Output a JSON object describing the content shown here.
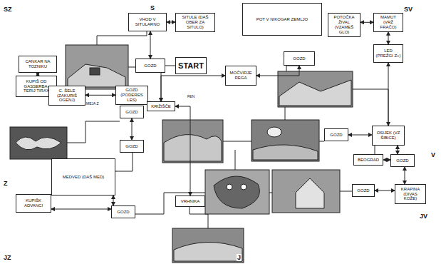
{
  "diagram": {
    "nodes": [
      {
        "text": [
          "VHOD V SITULARNO"
        ]
      },
      {
        "text": [
          "SITULE (DAŠ OBER ZA SITULO)"
        ]
      },
      {
        "text": [
          "POT V NIKOGAR ZEMLJO"
        ]
      },
      {
        "text": [
          "POTOČKA ŽIVAL (VZAMEŠ GLO)"
        ]
      },
      {
        "text": [
          "MAMUT (VRŽ FRAČO)"
        ]
      },
      {
        "text": [
          "CANKAR NA TOZNIKU"
        ]
      },
      {
        "text": [
          "GOZD"
        ]
      },
      {
        "text": [
          "START"
        ]
      },
      {
        "text": [
          "LED (PREŽGI Z+)"
        ]
      },
      {
        "text": [
          "GOZD"
        ]
      },
      {
        "text": [
          "MOČVIRJE REGA"
        ]
      },
      {
        "text": [
          "KUPIŠ OD GASSERBA- TERIJ TIRAX"
        ]
      },
      {
        "text": [
          "C. ŠELE (ZAKURIŠ OGENJ)"
        ]
      },
      {
        "text": [
          "GOZD (PODERES LES)"
        ]
      },
      {
        "text": [
          "KRIŽIŠČE"
        ]
      },
      {
        "text": [
          "GOZD"
        ]
      },
      {
        "text": [
          "OSIJEK (VZ ŠIBICE)"
        ]
      },
      {
        "text": [
          "GOZD"
        ]
      },
      {
        "text": [
          "GOZD"
        ]
      },
      {
        "text": [
          "BEOGRAD"
        ]
      },
      {
        "text": [
          "GOZD"
        ]
      },
      {
        "text": [
          "MEDVED (DAŠ MED)"
        ]
      },
      {
        "text": [
          "GOZD"
        ]
      },
      {
        "text": [
          "KRAPINA (DIVAS KOŽE)"
        ]
      },
      {
        "text": [
          "KUPIŠK ADVANCI"
        ]
      },
      {
        "text": [
          "VRHNIKA"
        ]
      },
      {
        "text": [
          "GOZD"
        ]
      }
    ],
    "edges": [
      {
        "from": 0,
        "to": 1,
        "arrow": "both"
      },
      {
        "from": 6,
        "to": 0,
        "arrow": "both"
      },
      {
        "from": 5,
        "to": 11,
        "arrow": "both"
      },
      {
        "from": 11,
        "to": 12,
        "arrow": "both"
      },
      {
        "from": 3,
        "to": 4,
        "arrow": "both"
      },
      {
        "from": 4,
        "to": 8,
        "arrow": "both"
      },
      {
        "from": 8,
        "to": 16,
        "arrow": "both"
      },
      {
        "from": 15,
        "to": 16,
        "arrow": "both"
      },
      {
        "from": 16,
        "to": 20,
        "arrow": "both"
      },
      {
        "from": 19,
        "to": 20,
        "arrow": "both"
      },
      {
        "from": 20,
        "to": 23,
        "arrow": "both"
      },
      {
        "from": 22,
        "to": 23,
        "arrow": "both"
      },
      {
        "from": 13,
        "to": 14,
        "arrow": "both"
      },
      {
        "from": 7,
        "to": 14,
        "arrow": "to"
      },
      {
        "from": 17,
        "to": 18,
        "arrow": "both"
      },
      {
        "from": 21,
        "to": 26,
        "arrow": "both"
      },
      {
        "from": 24,
        "to": 26,
        "arrow": "both"
      },
      {
        "from": 14,
        "to": 25,
        "arrow": "both"
      },
      {
        "from": 12,
        "to": 13,
        "arrow": "both"
      },
      {
        "from": 10,
        "to": 9,
        "arrow": "both"
      },
      {
        "from": 10,
        "to": 14,
        "arrow": "both"
      }
    ],
    "labels": [
      "SZ",
      "S",
      "SV",
      "Z",
      "V",
      "JV",
      "JZ",
      "J",
      "FEN",
      "MEJA Z"
    ]
  }
}
